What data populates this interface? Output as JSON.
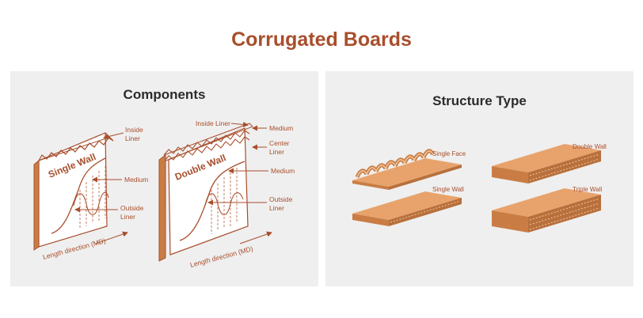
{
  "title": "Corrugated Boards",
  "colors": {
    "accent": "#a84e2c",
    "board": "#e8a36c",
    "board_dark": "#c97d45",
    "panel": "#efefef"
  },
  "components": {
    "heading": "Components",
    "single_wall": {
      "name": "Single Wall",
      "inside_liner": [
        "Inside",
        "Liner"
      ],
      "medium": "Medium",
      "outside_liner": [
        "Outside",
        "Liner"
      ],
      "length_direction": "Length direction (MD)"
    },
    "double_wall": {
      "name": "Double Wall",
      "inside_liner": "Inside Liner",
      "medium_top": "Medium",
      "center_liner": [
        "Center",
        "Liner"
      ],
      "medium": "Medium",
      "outside_liner": [
        "Outside",
        "Liner"
      ],
      "length_direction": "Length direction (MD)"
    }
  },
  "structure": {
    "heading": "Structure Type",
    "single_face": "Single Face",
    "single_wall": "Single Wall",
    "double_wall": "Double Wall",
    "triple_wall": "Triple Wall"
  }
}
